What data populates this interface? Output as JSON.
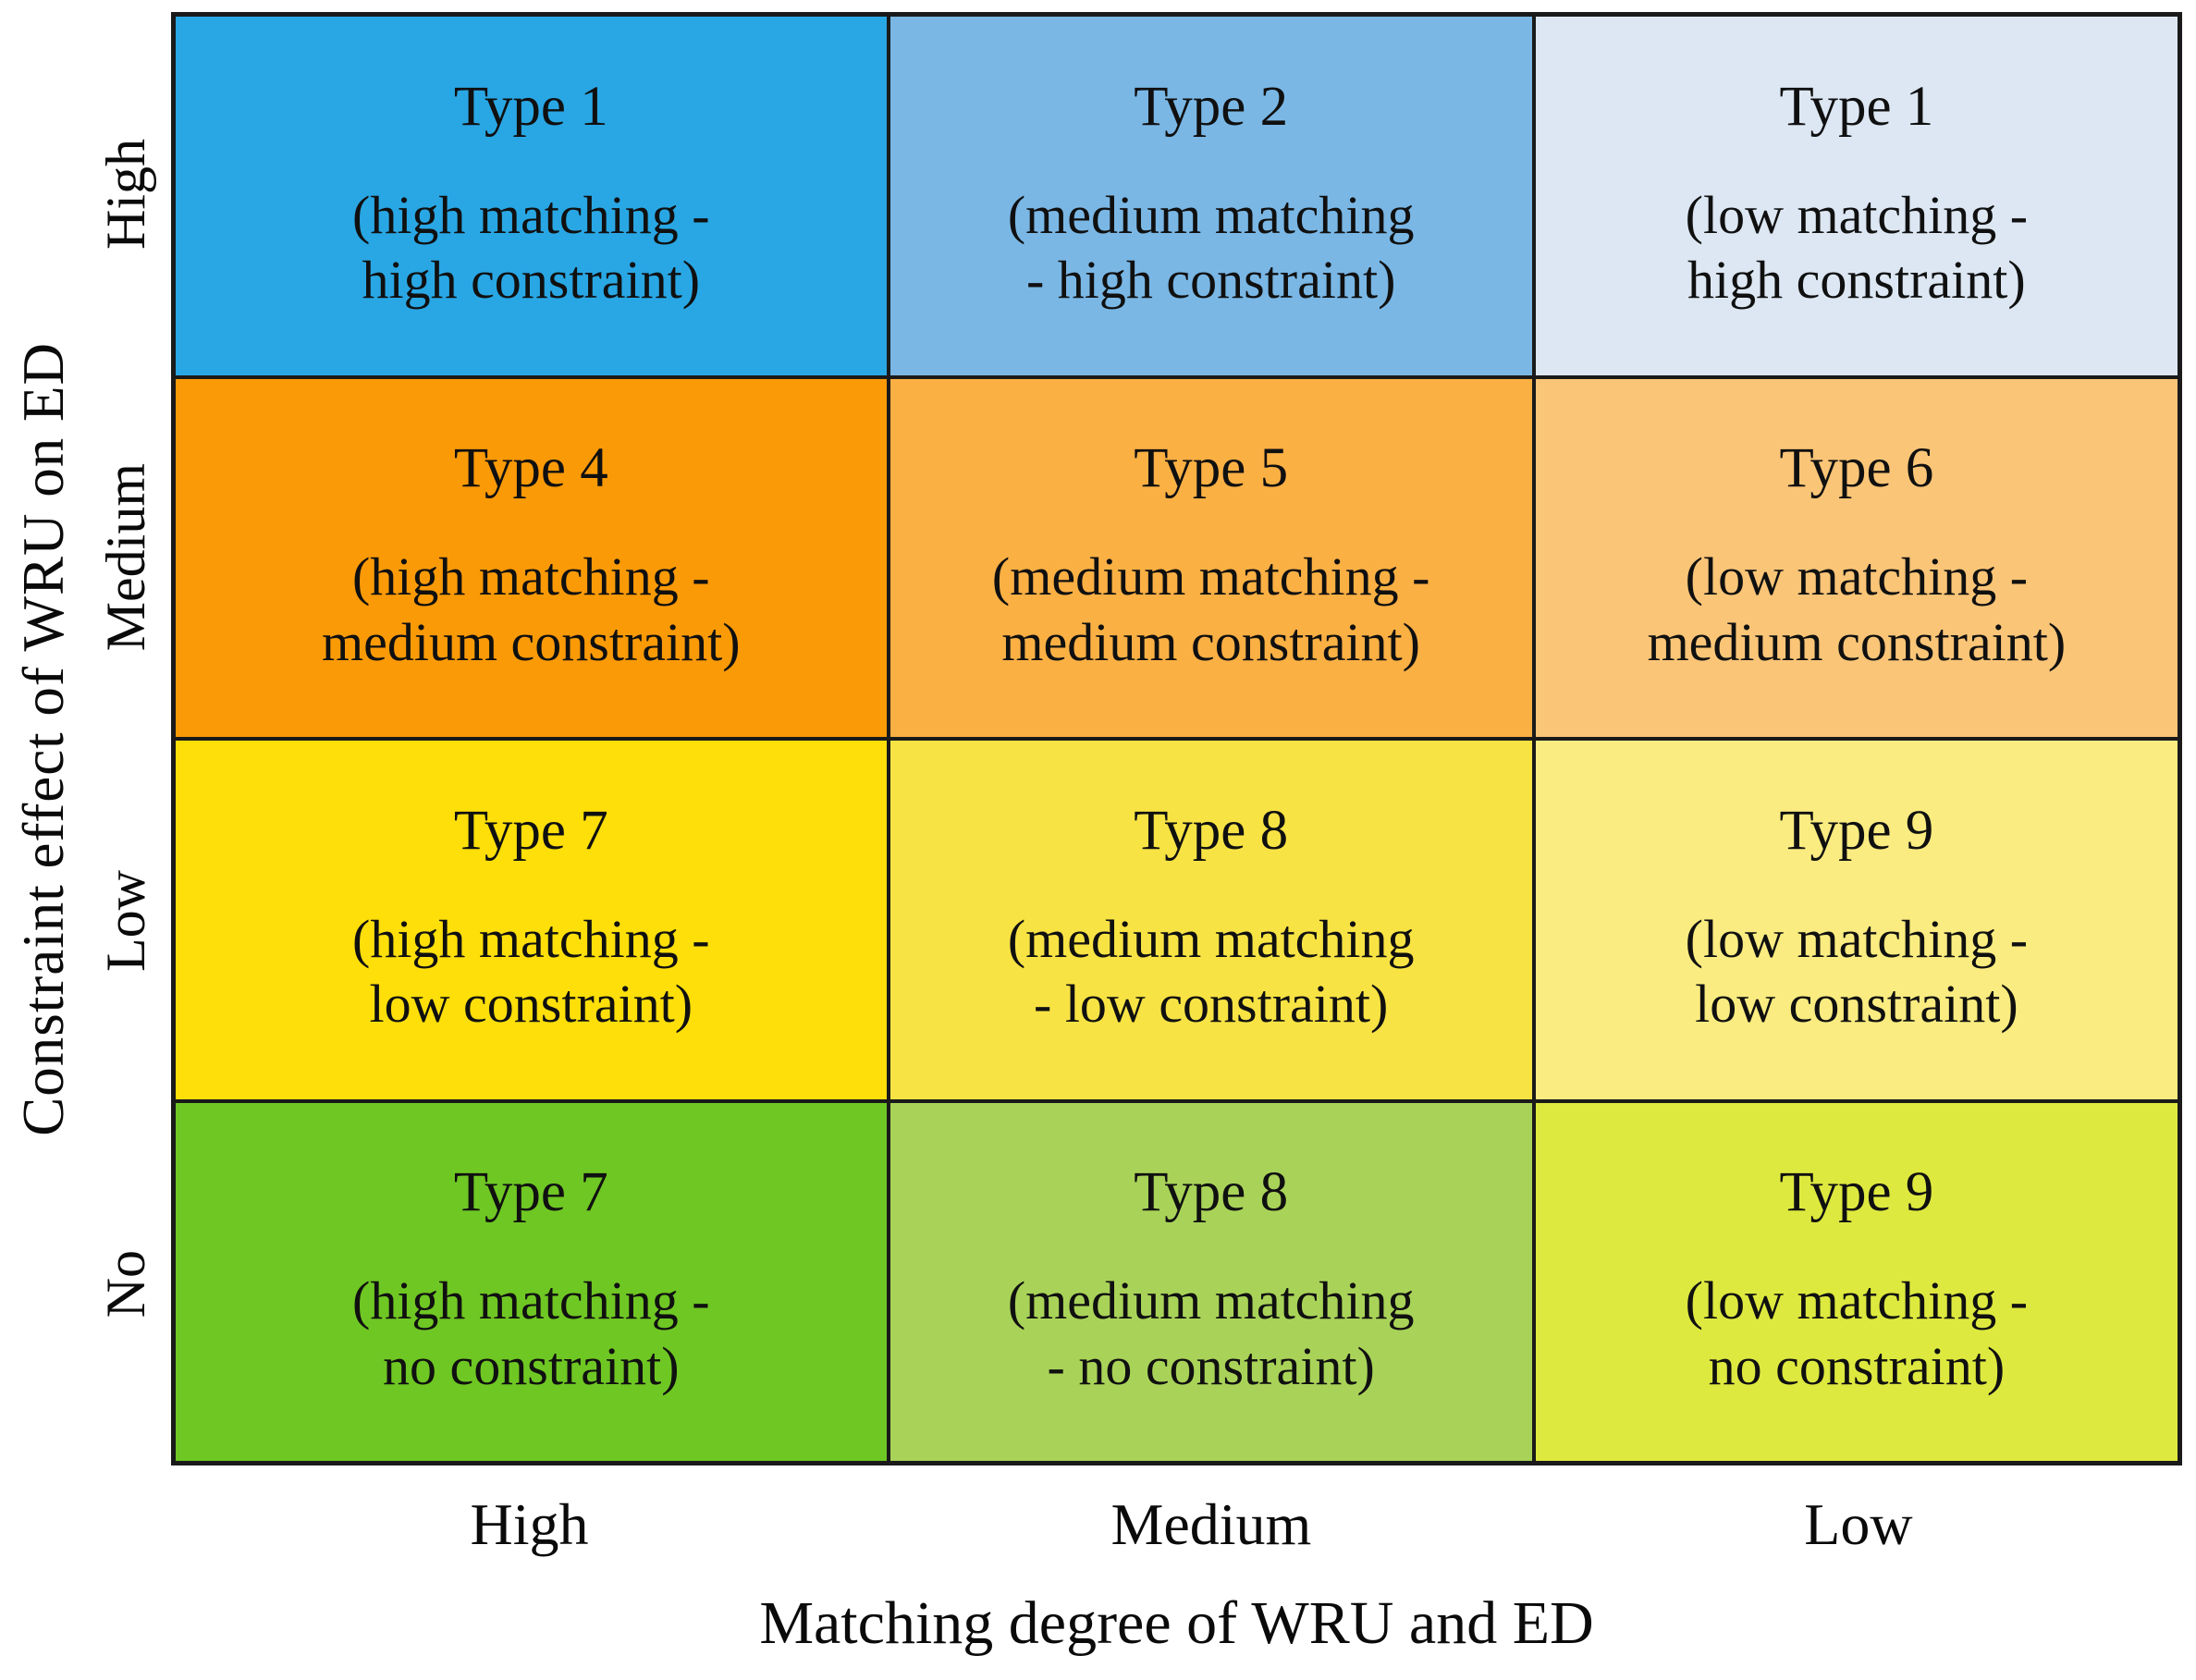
{
  "figure": {
    "y_axis": {
      "title": "Constraint effect of WRU on ED",
      "labels": [
        "High",
        "Medium",
        "Low",
        "No"
      ]
    },
    "x_axis": {
      "title": "Matching degree of WRU and ED",
      "labels": [
        "High",
        "Medium",
        "Low"
      ]
    },
    "grid_line_color": "#1a1a1a",
    "rows": [
      {
        "constraint_level": "High",
        "cells": [
          {
            "type": "Type 1",
            "desc1": "(high matching -",
            "desc2": "high constraint)",
            "bg": "#29a7e4"
          },
          {
            "type": "Type 2",
            "desc1": "(medium matching",
            "desc2": "- high constraint)",
            "bg": "#7ab7e5"
          },
          {
            "type": "Type 1",
            "desc1": "(low matching -",
            "desc2": "high constraint)",
            "bg": "#dce7f3"
          }
        ]
      },
      {
        "constraint_level": "Medium",
        "cells": [
          {
            "type": "Type 4",
            "desc1": "(high matching -",
            "desc2": "medium constraint)",
            "bg": "#fb9a07"
          },
          {
            "type": "Type 5",
            "desc1": "(medium matching -",
            "desc2": "medium constraint)",
            "bg": "#fbb044"
          },
          {
            "type": "Type 6",
            "desc1": "(low matching -",
            "desc2": "medium constraint)",
            "bg": "#fac577"
          }
        ]
      },
      {
        "constraint_level": "Low",
        "cells": [
          {
            "type": "Type 7",
            "desc1": "(high matching -",
            "desc2": "low constraint)",
            "bg": "#fedf0a"
          },
          {
            "type": "Type 8",
            "desc1": "(medium matching",
            "desc2": "- low constraint)",
            "bg": "#f8e344"
          },
          {
            "type": "Type 9",
            "desc1": "(low matching -",
            "desc2": "low constraint)",
            "bg": "#faec80"
          }
        ]
      },
      {
        "constraint_level": "No",
        "cells": [
          {
            "type": "Type 7",
            "desc1": "(high matching -",
            "desc2": "no constraint)",
            "bg": "#6fc723"
          },
          {
            "type": "Type 8",
            "desc1": "(medium matching",
            "desc2": "- no constraint)",
            "bg": "#a9d358"
          },
          {
            "type": "Type 9",
            "desc1": "(low matching -",
            "desc2": "no constraint)",
            "bg": "#dee93f"
          }
        ]
      }
    ]
  }
}
